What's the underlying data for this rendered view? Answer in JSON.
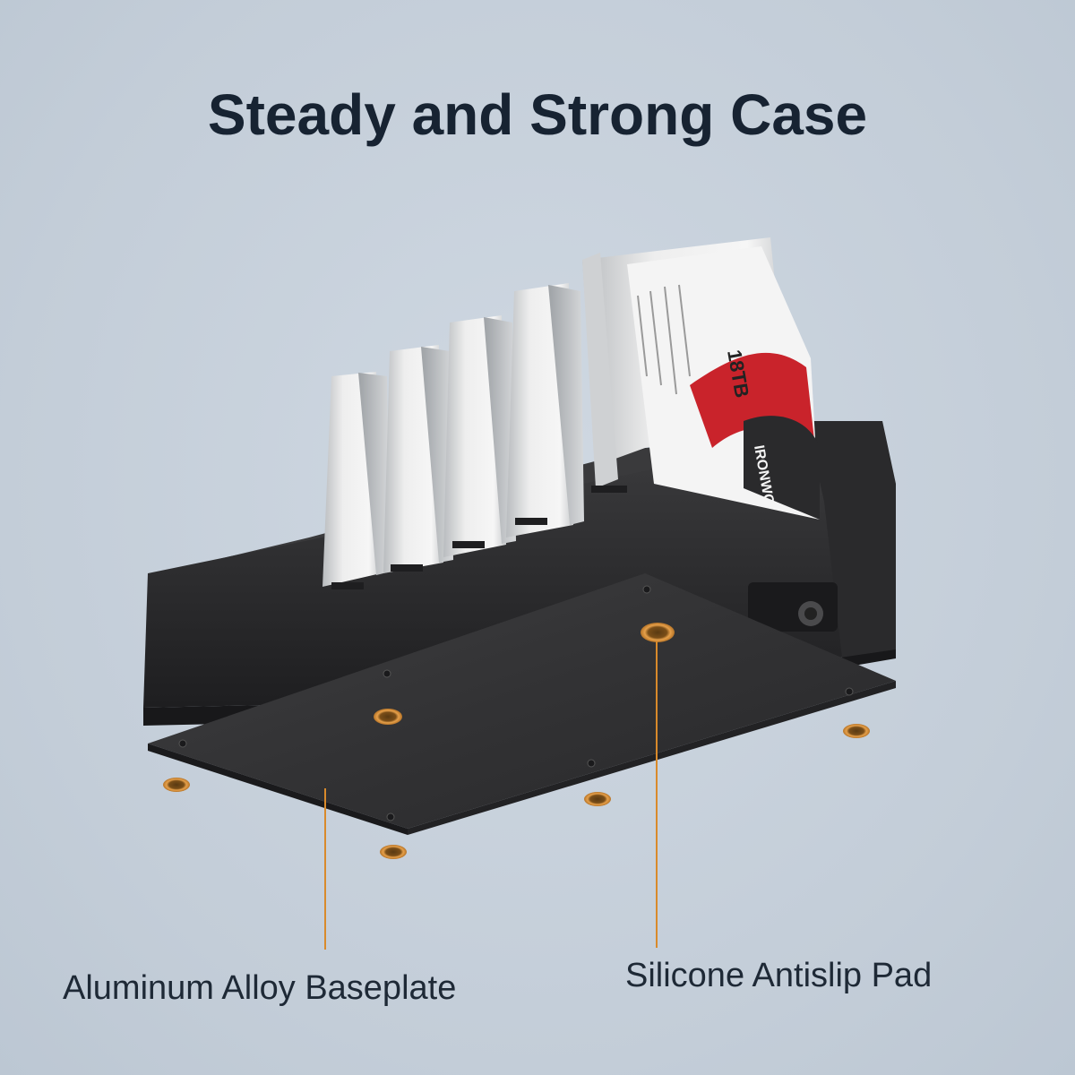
{
  "headline": "Steady and Strong Case",
  "callouts": {
    "baseplate": "Aluminum Alloy Baseplate",
    "pad": "Silicone Antislip Pad"
  },
  "drive_label": {
    "capacity": "18TB",
    "brand": "IRONWO"
  },
  "colors": {
    "background": "#c7d1dc",
    "headline": "#172332",
    "case": "#2b2b2d",
    "callout_line": "#d98a2b"
  }
}
